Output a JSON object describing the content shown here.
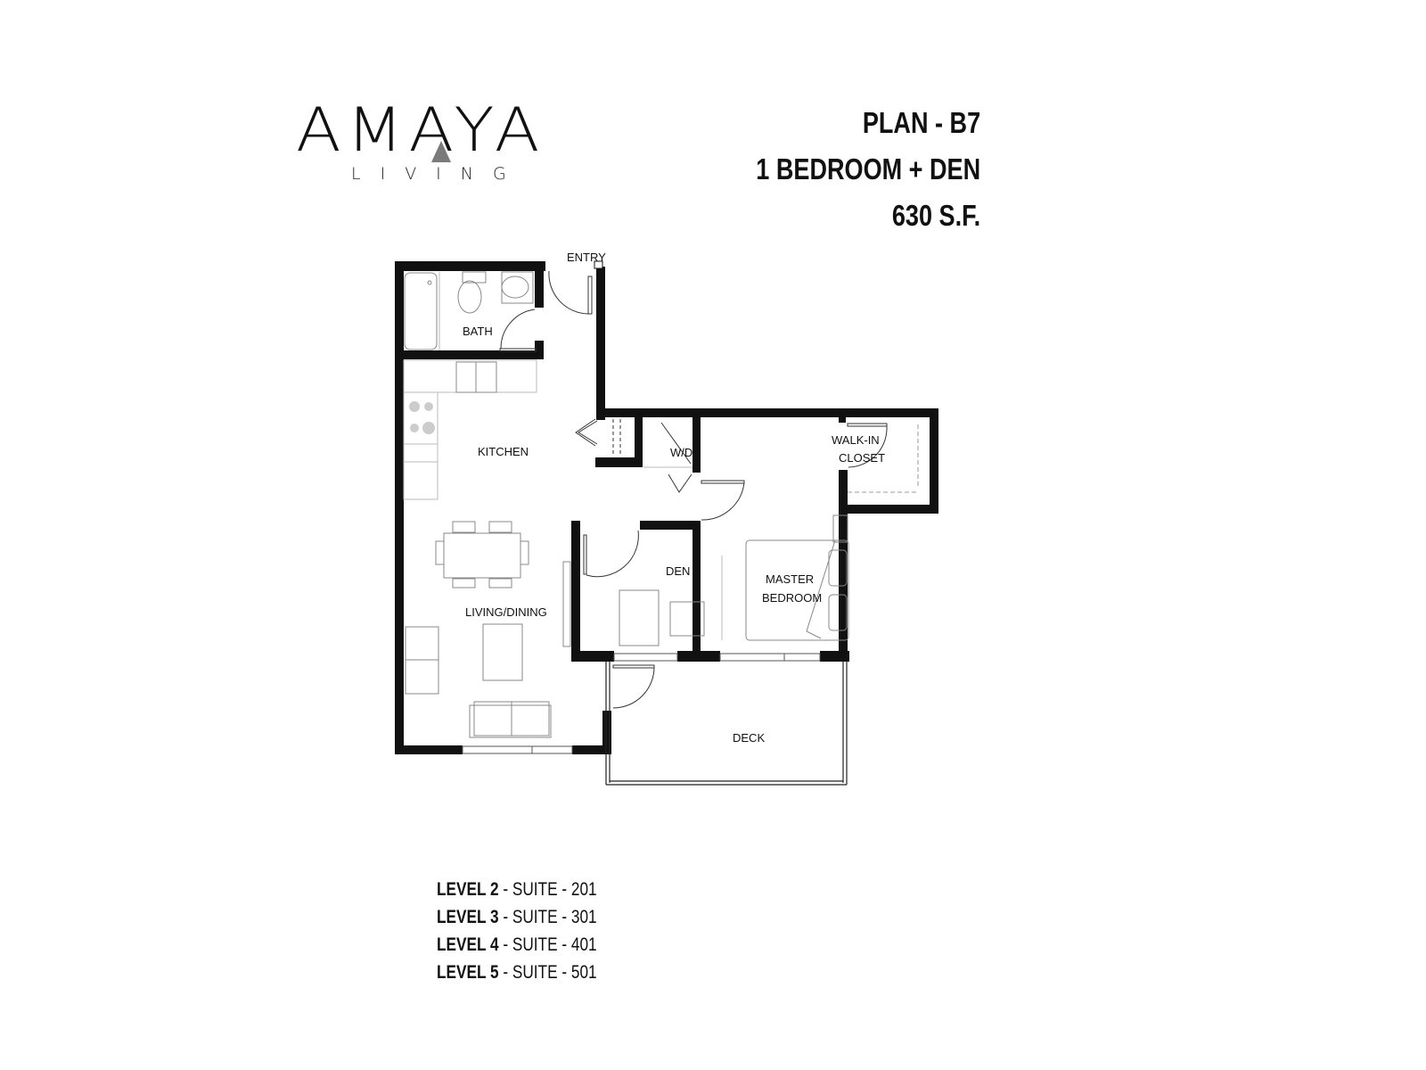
{
  "brand": {
    "name": "AMAYA",
    "tagline": "LIVING",
    "accent_color": "#7a7a7a"
  },
  "plan": {
    "title": "PLAN - B7",
    "type": "1 BEDROOM + DEN",
    "area": "630 S.F."
  },
  "rooms": {
    "entry": "ENTRY",
    "bath": "BATH",
    "kitchen": "KITCHEN",
    "wd": "W/D",
    "walk_in_closet_line1": "WALK-IN",
    "walk_in_closet_line2": "CLOSET",
    "den": "DEN",
    "master_bedroom_line1": "MASTER",
    "master_bedroom_line2": "BEDROOM",
    "living_dining": "LIVING/DINING",
    "deck": "DECK"
  },
  "suites": [
    {
      "level": "LEVEL 2",
      "suite": " - SUITE - 201"
    },
    {
      "level": "LEVEL 3",
      "suite": " - SUITE - 301"
    },
    {
      "level": "LEVEL 4",
      "suite": " - SUITE - 401"
    },
    {
      "level": "LEVEL 5",
      "suite": " - SUITE - 501"
    }
  ],
  "colors": {
    "wall": "#111111",
    "fixture": "#9a9a9a",
    "background": "#ffffff"
  }
}
